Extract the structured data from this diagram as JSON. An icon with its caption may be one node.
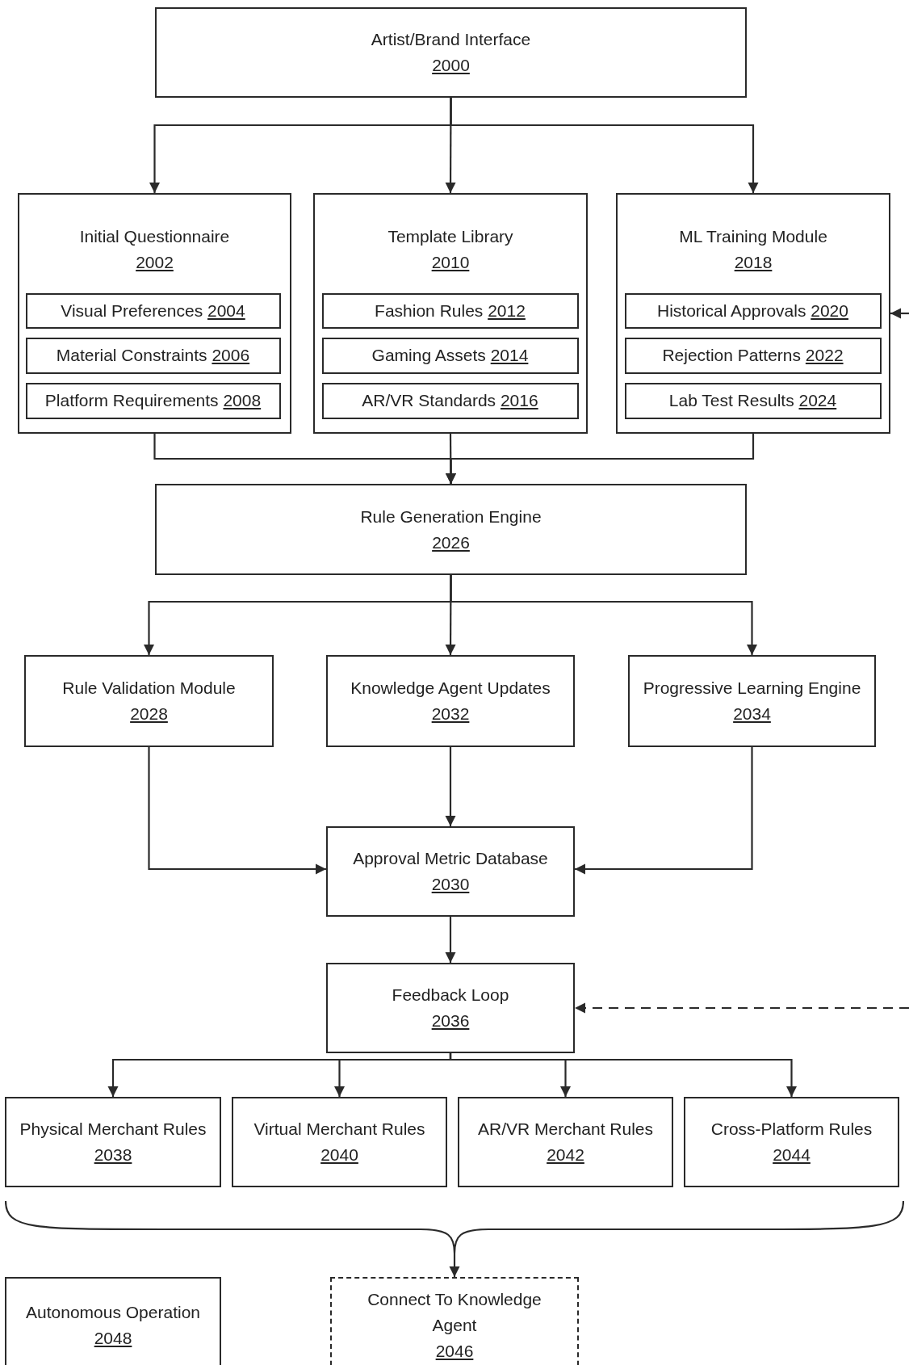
{
  "diagram": {
    "nodes": [
      {
        "text": [
          "Artist/Brand Interface",
          "2000"
        ]
      },
      {
        "text": [
          "Initial Questionnaire",
          "2002"
        ]
      },
      {
        "text": [
          "Visual Preferences",
          "2004"
        ],
        "in": 1
      },
      {
        "text": [
          "Material Constraints",
          "2006"
        ],
        "in": 1
      },
      {
        "text": [
          "Platform Requirements",
          "2008"
        ],
        "in": 1
      },
      {
        "text": [
          "Template Library",
          "2010"
        ]
      },
      {
        "text": [
          "Fashion Rules",
          "2012"
        ],
        "in": 5
      },
      {
        "text": [
          "Gaming Assets",
          "2014"
        ],
        "in": 5
      },
      {
        "text": [
          "AR/VR Standards",
          "2016"
        ],
        "in": 5
      },
      {
        "text": [
          "ML Training Module",
          "2018"
        ]
      },
      {
        "text": [
          "Historical Approvals",
          "2020"
        ],
        "in": 9
      },
      {
        "text": [
          "Rejection Patterns",
          "2022"
        ],
        "in": 9
      },
      {
        "text": [
          "Lab Test Results",
          "2024"
        ],
        "in": 9
      },
      {
        "text": [
          "Rule Generation Engine",
          "2026"
        ]
      },
      {
        "text": [
          "Rule Validation Module",
          "2028"
        ]
      },
      {
        "text": [
          "Knowledge Agent Updates",
          "2032"
        ]
      },
      {
        "text": [
          "Progressive Learning Engine",
          "2034"
        ]
      },
      {
        "text": [
          "Approval Metric Database",
          "2030"
        ]
      },
      {
        "text": [
          "Feedback Loop",
          "2036"
        ]
      },
      {
        "text": [
          "Physical Merchant Rules",
          "2038"
        ]
      },
      {
        "text": [
          "Virtual Merchant Rules",
          "2040"
        ]
      },
      {
        "text": [
          "AR/VR Merchant Rules",
          "2042"
        ]
      },
      {
        "text": [
          "Cross-Platform Rules",
          "2044"
        ]
      },
      {
        "text": [],
        "shape": "brace"
      },
      {
        "text": [
          "Autonomous Operation",
          "2048"
        ]
      },
      {
        "text": [
          "Connect To Knowledge Agent",
          "2046"
        ]
      }
    ],
    "edges": [
      {
        "from": 0,
        "to": 1,
        "arrow": "to"
      },
      {
        "from": 0,
        "to": 5,
        "arrow": "to"
      },
      {
        "from": 0,
        "to": 9,
        "arrow": "to"
      },
      {
        "from": 1,
        "to": 13,
        "arrow": "to"
      },
      {
        "from": 5,
        "to": 13,
        "arrow": "to"
      },
      {
        "from": 9,
        "to": 13,
        "arrow": "to"
      },
      {
        "from": 13,
        "to": 14,
        "arrow": "to"
      },
      {
        "from": 13,
        "to": 15,
        "arrow": "to"
      },
      {
        "from": 13,
        "to": 16,
        "arrow": "to"
      },
      {
        "from": 14,
        "to": 17,
        "arrow": "to"
      },
      {
        "from": 15,
        "to": 17,
        "arrow": "to"
      },
      {
        "from": 16,
        "to": 17,
        "arrow": "to"
      },
      {
        "from": 17,
        "to": 18,
        "arrow": "to"
      },
      {
        "from": 18,
        "to": 19,
        "arrow": "to"
      },
      {
        "from": 18,
        "to": 20,
        "arrow": "to"
      },
      {
        "from": 18,
        "to": 21,
        "arrow": "to"
      },
      {
        "from": 18,
        "to": 22,
        "arrow": "to"
      },
      {
        "from": 23,
        "to": 25,
        "arrow": "to"
      },
      {
        "from": null,
        "to": 9,
        "arrow": "to"
      },
      {
        "from": null,
        "to": 18,
        "arrow": "to",
        "style": "dashed"
      }
    ]
  }
}
